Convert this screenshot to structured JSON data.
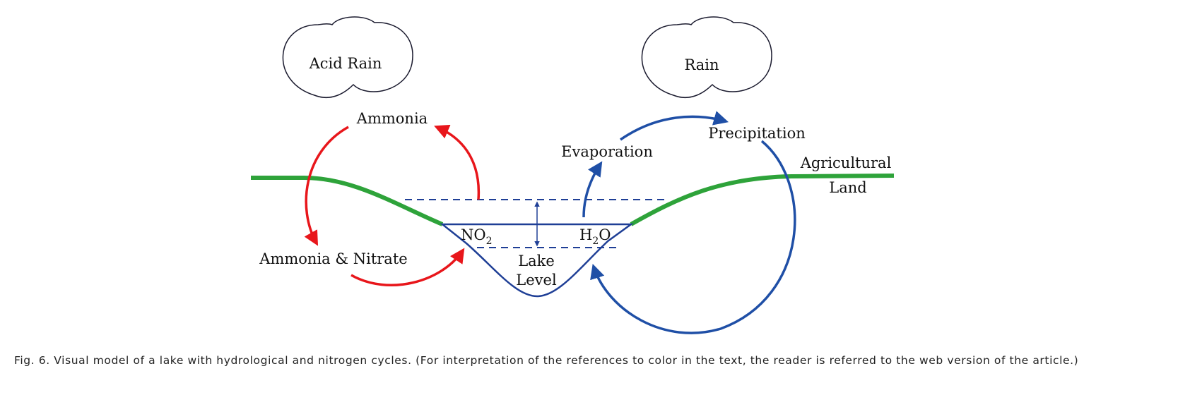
{
  "diagram": {
    "labels": {
      "acid_rain": "Acid Rain",
      "rain": "Rain",
      "ammonia": "Ammonia",
      "ammonia_nitrate": "Ammonia & Nitrate",
      "evaporation": "Evaporation",
      "precipitation": "Precipitation",
      "agricultural": "Agricultural",
      "land": "Land",
      "no2_main": "NO",
      "no2_sub": "2",
      "h2o_h": "H",
      "h2o_sub": "2",
      "h2o_o": "O",
      "lake": "Lake",
      "level": "Level"
    },
    "colors": {
      "nitrogen_cycle": "#e8161b",
      "water_cycle": "#1f4fa6",
      "land": "#2ea33a",
      "lake_outline": "#1f3f96",
      "cloud": "#1a1a2e"
    }
  },
  "caption": "Fig. 6.  Visual model of a lake with hydrological and nitrogen cycles. (For interpretation of the references to color in the text, the reader is referred to the web version of the article.)"
}
